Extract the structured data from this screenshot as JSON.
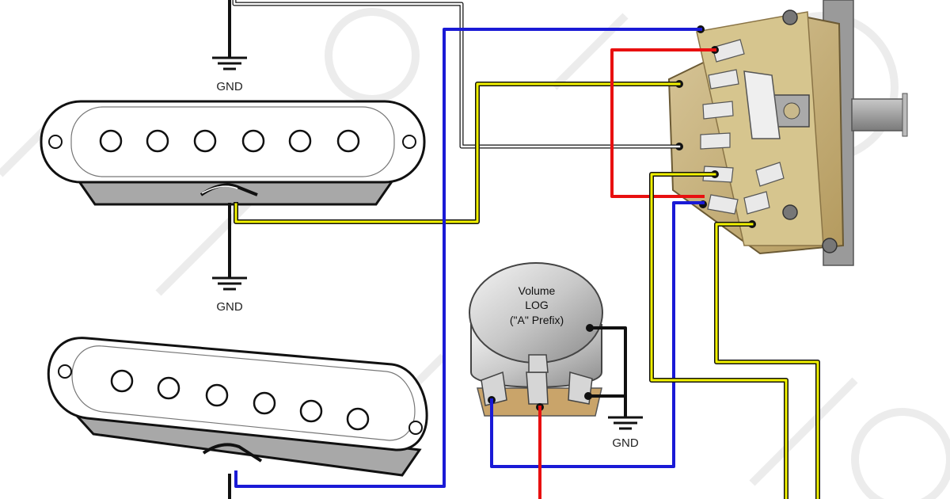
{
  "gnd_labels": [
    "GND",
    "GND",
    "GND"
  ],
  "volume_pot": {
    "line1": "Volume",
    "line2": "LOG",
    "line3": "(\"A\" Prefix)"
  },
  "wire_colors": {
    "blue": "#1a1ad6",
    "red": "#e81010",
    "yellow": "#f2f200",
    "white": "#ffffff",
    "black": "#111111"
  }
}
